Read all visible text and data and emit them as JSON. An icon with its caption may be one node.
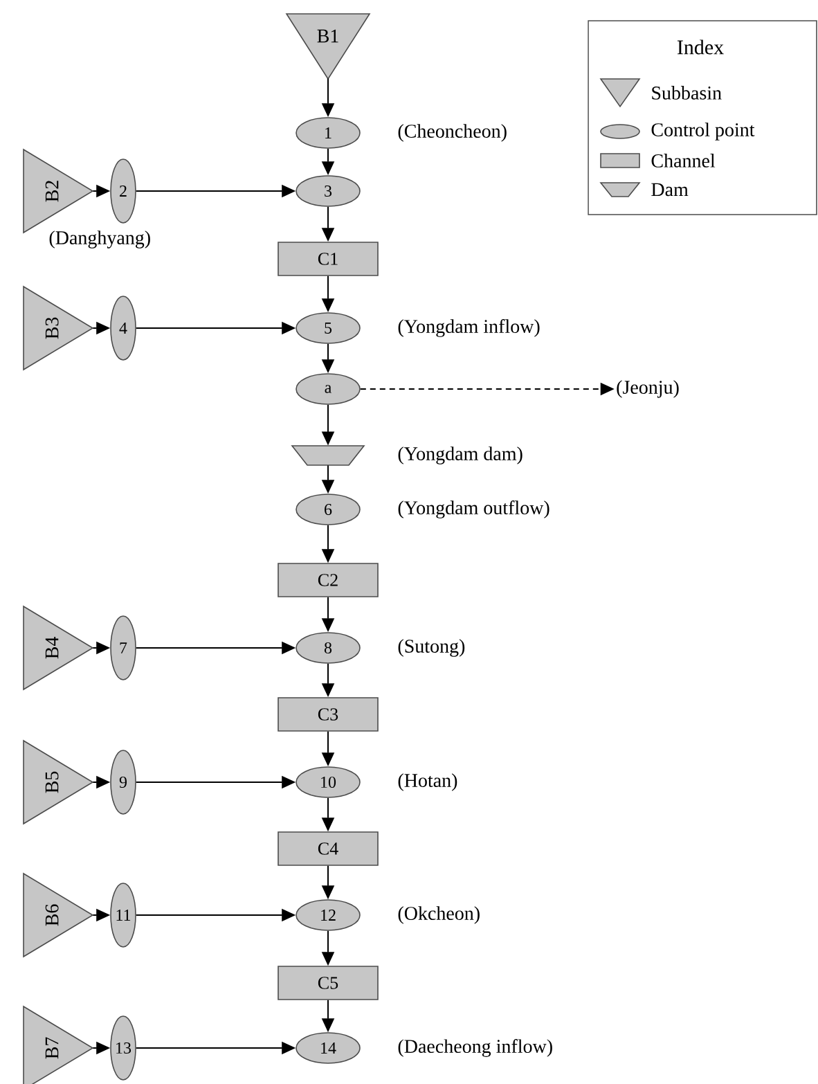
{
  "diagram": {
    "nodes": [
      {
        "text": [
          "B1"
        ]
      },
      {
        "text": [
          "1"
        ],
        "beside": [
          "(Cheoncheon)"
        ]
      },
      {
        "text": [
          "B2"
        ]
      },
      {
        "text": [
          "2"
        ],
        "beside": [
          "(Danghyang)"
        ]
      },
      {
        "text": [
          "3"
        ]
      },
      {
        "text": [
          "C1"
        ]
      },
      {
        "text": [
          "B3"
        ]
      },
      {
        "text": [
          "4"
        ]
      },
      {
        "text": [
          "5"
        ],
        "beside": [
          "(Yongdam inflow)"
        ]
      },
      {
        "text": [
          "a"
        ]
      },
      {
        "text": [
          "(Jeonju)"
        ]
      },
      {
        "text": [],
        "shape": "trapezoid",
        "beside": [
          "(Yongdam dam)"
        ]
      },
      {
        "text": [
          "6"
        ],
        "beside": [
          "(Yongdam outflow)"
        ]
      },
      {
        "text": [
          "C2"
        ]
      },
      {
        "text": [
          "B4"
        ]
      },
      {
        "text": [
          "7"
        ]
      },
      {
        "text": [
          "8"
        ],
        "beside": [
          "(Sutong)"
        ]
      },
      {
        "text": [
          "C3"
        ]
      },
      {
        "text": [
          "B5"
        ]
      },
      {
        "text": [
          "9"
        ]
      },
      {
        "text": [
          "10"
        ],
        "beside": [
          "(Hotan)"
        ]
      },
      {
        "text": [
          "C4"
        ]
      },
      {
        "text": [
          "B6"
        ]
      },
      {
        "text": [
          "11"
        ]
      },
      {
        "text": [
          "12"
        ],
        "beside": [
          "(Okcheon)"
        ]
      },
      {
        "text": [
          "C5"
        ]
      },
      {
        "text": [
          "B7"
        ]
      },
      {
        "text": [
          "13"
        ]
      },
      {
        "text": [
          "14"
        ],
        "beside": [
          "(Daecheong inflow)"
        ]
      }
    ],
    "edges": [
      {
        "from": 0,
        "to": 1,
        "arrow": "to"
      },
      {
        "from": 1,
        "to": 4,
        "arrow": "to"
      },
      {
        "from": 2,
        "to": 3,
        "arrow": "to"
      },
      {
        "from": 3,
        "to": 4,
        "arrow": "to"
      },
      {
        "from": 4,
        "to": 5,
        "arrow": "to"
      },
      {
        "from": 5,
        "to": 8,
        "arrow": "to"
      },
      {
        "from": 6,
        "to": 7,
        "arrow": "to"
      },
      {
        "from": 7,
        "to": 8,
        "arrow": "to"
      },
      {
        "from": 8,
        "to": 9,
        "arrow": "to"
      },
      {
        "from": 9,
        "to": 10,
        "arrow": "to",
        "style": "dashed"
      },
      {
        "from": 9,
        "to": 11,
        "arrow": "to"
      },
      {
        "from": 11,
        "to": 12,
        "arrow": "to"
      },
      {
        "from": 12,
        "to": 13,
        "arrow": "to"
      },
      {
        "from": 13,
        "to": 16,
        "arrow": "to"
      },
      {
        "from": 14,
        "to": 15,
        "arrow": "to"
      },
      {
        "from": 15,
        "to": 16,
        "arrow": "to"
      },
      {
        "from": 16,
        "to": 17,
        "arrow": "to"
      },
      {
        "from": 17,
        "to": 20,
        "arrow": "to"
      },
      {
        "from": 18,
        "to": 19,
        "arrow": "to"
      },
      {
        "from": 19,
        "to": 20,
        "arrow": "to"
      },
      {
        "from": 20,
        "to": 21,
        "arrow": "to"
      },
      {
        "from": 21,
        "to": 24,
        "arrow": "to"
      },
      {
        "from": 22,
        "to": 23,
        "arrow": "to"
      },
      {
        "from": 23,
        "to": 24,
        "arrow": "to"
      },
      {
        "from": 24,
        "to": 25,
        "arrow": "to"
      },
      {
        "from": 25,
        "to": 28,
        "arrow": "to"
      },
      {
        "from": 26,
        "to": 27,
        "arrow": "to"
      },
      {
        "from": 27,
        "to": 28,
        "arrow": "to"
      }
    ],
    "labels": [
      "Index"
    ],
    "legend": [
      {
        "text": "Subbasin"
      },
      {
        "text": "Control point"
      },
      {
        "text": "Channel"
      },
      {
        "text": "Dam"
      }
    ]
  }
}
